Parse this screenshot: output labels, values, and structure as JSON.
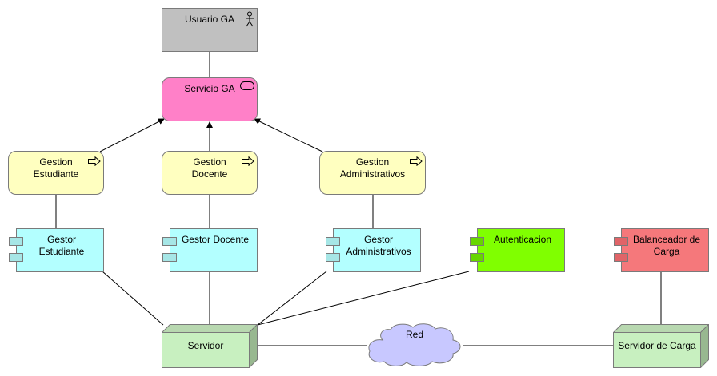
{
  "diagram": {
    "usuario": {
      "label": "Usuario GA"
    },
    "servicio": {
      "label": "Servicio GA"
    },
    "procesos": [
      {
        "label": "Gestion\nEstudiante"
      },
      {
        "label": "Gestion\nDocente"
      },
      {
        "label": "Gestion\nAdministrativos"
      }
    ],
    "componentes": [
      {
        "label": "Gestor Estudiante"
      },
      {
        "label": "Gestor Docente"
      },
      {
        "label": "Gestor\nAdministrativos"
      },
      {
        "label": "Autenticacion"
      },
      {
        "label": "Balanceador de\nCarga"
      }
    ],
    "nodos": {
      "servidor": {
        "label": "Servidor"
      },
      "red": {
        "label": "Red"
      },
      "servidor_carga": {
        "label": "Servidor de Carga"
      }
    },
    "colors": {
      "actor": "#c0c0c0",
      "service": "#ff80c8",
      "process": "#ffffc0",
      "component": "#b3ffff",
      "auth": "#80ff00",
      "load_balancer": "#f5787b",
      "node": "#c8f0c0",
      "network": "#c8c8ff"
    },
    "icons": [
      "actor-icon",
      "service-icon",
      "process-arrow-icon",
      "component-icon",
      "node-icon",
      "cloud-icon"
    ]
  }
}
